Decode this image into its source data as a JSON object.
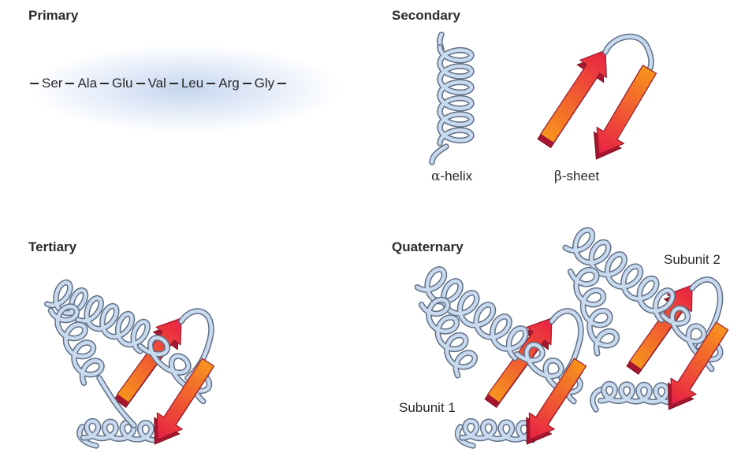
{
  "panels": {
    "primary": {
      "title": "Primary",
      "residues": [
        "Ser",
        "Ala",
        "Glu",
        "Val",
        "Leu",
        "Arg",
        "Gly"
      ]
    },
    "secondary": {
      "title": "Secondary",
      "helix_label_symbol": "α",
      "helix_label_text": "-helix",
      "sheet_label_symbol": "β",
      "sheet_label_text": "-sheet"
    },
    "tertiary": {
      "title": "Tertiary"
    },
    "quaternary": {
      "title": "Quaternary",
      "subunit1": "Subunit 1",
      "subunit2": "Subunit 2"
    }
  },
  "colors": {
    "ribbon_fill": "#c9d9ee",
    "ribbon_edge": "#5f6f86",
    "arrow_red": "#e81f45",
    "arrow_orange": "#f7941d"
  }
}
